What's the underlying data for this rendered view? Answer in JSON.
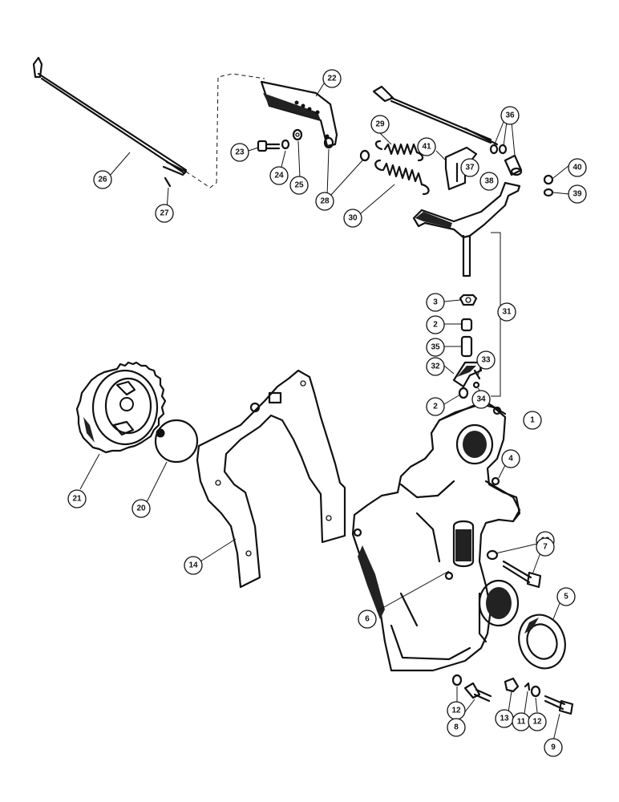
{
  "callouts": [
    {
      "label": "22"
    },
    {
      "label": "26"
    },
    {
      "label": "27"
    },
    {
      "label": "23"
    },
    {
      "label": "24"
    },
    {
      "label": "25"
    },
    {
      "label": "28"
    },
    {
      "label": "29"
    },
    {
      "label": "30"
    },
    {
      "label": "41"
    },
    {
      "label": "36"
    },
    {
      "label": "37"
    },
    {
      "label": "38"
    },
    {
      "label": "40"
    },
    {
      "label": "39"
    },
    {
      "label": "31"
    },
    {
      "label": "3"
    },
    {
      "label": "2"
    },
    {
      "label": "35"
    },
    {
      "label": "32"
    },
    {
      "label": "33"
    },
    {
      "label": "2"
    },
    {
      "label": "34"
    },
    {
      "label": "1"
    },
    {
      "label": "4"
    },
    {
      "label": "21"
    },
    {
      "label": "20"
    },
    {
      "label": "14"
    },
    {
      "label": "12"
    },
    {
      "label": "7"
    },
    {
      "label": "6"
    },
    {
      "label": "5"
    },
    {
      "label": "12"
    },
    {
      "label": "8"
    },
    {
      "label": "13"
    },
    {
      "label": "11"
    },
    {
      "label": "12"
    },
    {
      "label": "9"
    }
  ]
}
